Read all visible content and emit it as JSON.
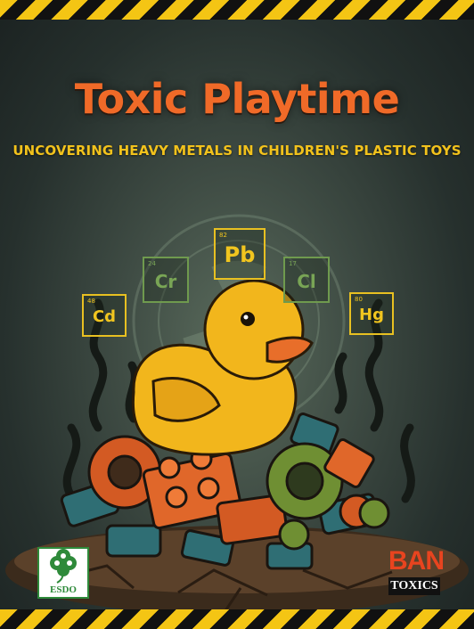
{
  "cover": {
    "title": "Toxic Playtime",
    "subtitle": "UNCOVERING HEAVY METALS IN CHILDREN'S PLASTIC TOYS"
  },
  "elements": {
    "pb": {
      "number": "82",
      "symbol": "Pb"
    },
    "cr": {
      "number": "24",
      "symbol": "Cr"
    },
    "cl": {
      "number": "17",
      "symbol": "Cl"
    },
    "cd": {
      "number": "48",
      "symbol": "Cd"
    },
    "hg": {
      "number": "80",
      "symbol": "Hg"
    }
  },
  "logos": {
    "left": {
      "text": "ESDO"
    },
    "right": {
      "line1": "BAN",
      "line2": "TOXICS"
    }
  },
  "colors": {
    "title": "#f06a28",
    "subtitle": "#f2c21c",
    "hazard_yellow": "#f4c514",
    "duck": "#f2b61c"
  }
}
